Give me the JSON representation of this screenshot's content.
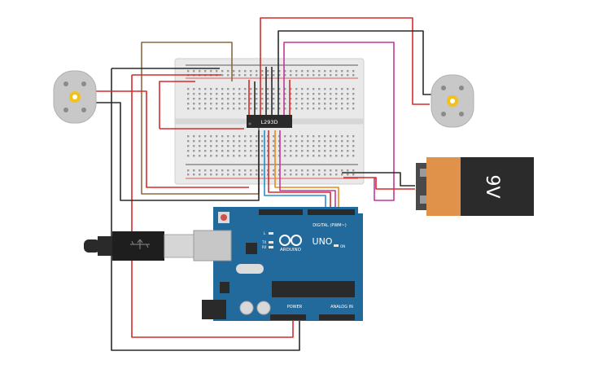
{
  "colors": {
    "wire_red": "#d52b2b",
    "wire_black": "#2a2a2a",
    "wire_brown": "#8a6a44",
    "wire_magenta": "#c4379a",
    "wire_orange": "#e88b17",
    "wire_blue": "#2a8ecf",
    "board_blue": "#226a9c",
    "battery_orange": "#e0924a",
    "battery_black": "#2b2b2b",
    "breadboard": "#e9e9e9",
    "chip": "#2b2b2b",
    "motor_body": "#c8c8c8",
    "motor_hub": "#f2c21b"
  },
  "chip": {
    "label": "L293D"
  },
  "battery": {
    "label": "9V"
  },
  "arduino": {
    "logo": "UNO",
    "brand": "ARDUINO",
    "digital_header": "DIGITAL (PWM~)",
    "power_header": "POWER",
    "analog_header": "ANALOG IN",
    "on_label": "ON",
    "tx_label": "TX",
    "rx_label": "RX",
    "l_label": "L"
  },
  "icons": {
    "motor_left": "dc-motor-icon",
    "motor_right": "dc-motor-icon",
    "usb": "usb-plug-icon",
    "battery": "battery-icon",
    "chip": "ic-chip-icon"
  }
}
